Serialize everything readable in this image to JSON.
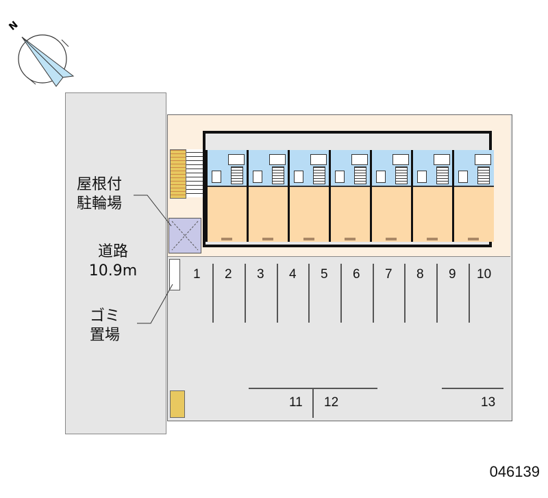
{
  "compass": {
    "north_label": "N"
  },
  "labels": {
    "roofed_bike_parking": [
      "屋根付",
      "駐輪場"
    ],
    "road": [
      "道路",
      "10.9m"
    ],
    "garbage": [
      "ゴミ",
      "置場"
    ]
  },
  "parking": {
    "top_row": [
      "1",
      "2",
      "3",
      "4",
      "5",
      "6",
      "7",
      "8",
      "9",
      "10"
    ],
    "bottom_row": [
      "11",
      "12",
      "13"
    ]
  },
  "units_count": 7,
  "property_code": "046139",
  "colors": {
    "road": "#e6e6e6",
    "wet_area": "#b8dcf5",
    "room": "#fdd9a8",
    "yard": "#fdf0e0"
  }
}
